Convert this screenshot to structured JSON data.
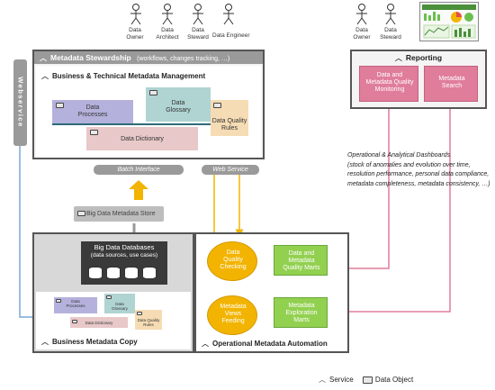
{
  "left_roles": [
    {
      "label": "Data\nOwner",
      "icon": "person-icon"
    },
    {
      "label": "Data\nArchitect",
      "icon": "person-icon"
    },
    {
      "label": "Data\nSteward",
      "icon": "person-icon"
    },
    {
      "label": "Data Engineer",
      "icon": "person-icon"
    }
  ],
  "right_roles": [
    {
      "label": "Data\nOwner",
      "icon": "person-icon"
    },
    {
      "label": "Data\nSteward",
      "icon": "person-icon"
    }
  ],
  "webservice_label": "Webservice",
  "stewardship": {
    "title": "Metadata Stewardship",
    "subtitle": "(workflows, changes tracking, …)",
    "business_title": "Business & Technical Metadata Management",
    "items": {
      "data_processes": "Data\nProcesses",
      "data_glossary": "Data\nGlossary",
      "data_quality_rules": "Data Quality\nRules",
      "data_dictionary": "Data Dictionary"
    }
  },
  "batch_interface": "Batch Interface",
  "web_service": "Web Service",
  "big_data_store": "Big Data Metadata Store",
  "big_data_databases": {
    "title": "Big Data Databases",
    "subtitle": "(data sources, use cases)"
  },
  "business_copy": {
    "title": "Business Metadata Copy",
    "items": {
      "data_processes": "Data\nProcesses",
      "data_glossary": "Data\nGlossary",
      "data_dictionary": "Data Dictionary",
      "data_quality_rules": "Data Quality\nRules"
    }
  },
  "operational": {
    "title": "Operational Metadata Automation",
    "data_quality_checking": "Data\nQuality\nChecking",
    "metadata_views_feeding": "Metadata\nViews\nFeeding",
    "quality_marts": "Data and\nMetadata\nQuality Marts",
    "exploration_marts": "Metadata\nExploration\nMarts"
  },
  "reporting": {
    "title": "Reporting",
    "quality_monitoring": "Data and\nMetadata Quality\nMonitoring",
    "metadata_search": "Metadata\nSearch"
  },
  "dashboards_note": "Operational & Analytical Dashboards\n(stock of anomalies and evolution over time, resolution performance, personal data compliance, metadata completeness, metadata consistency, …)",
  "legend": {
    "service": "Service",
    "data_object": "Data Object"
  },
  "colors": {
    "processes": "#b4b2dc",
    "glossary": "#b0d4d2",
    "dictionary": "#e8c8c8",
    "quality_rules": "#f6dcb4",
    "arrow_orange": "#f2b400",
    "arrow_pink": "#e07d9b",
    "arrow_blue": "#7aa6d6",
    "green": "#92d050"
  }
}
